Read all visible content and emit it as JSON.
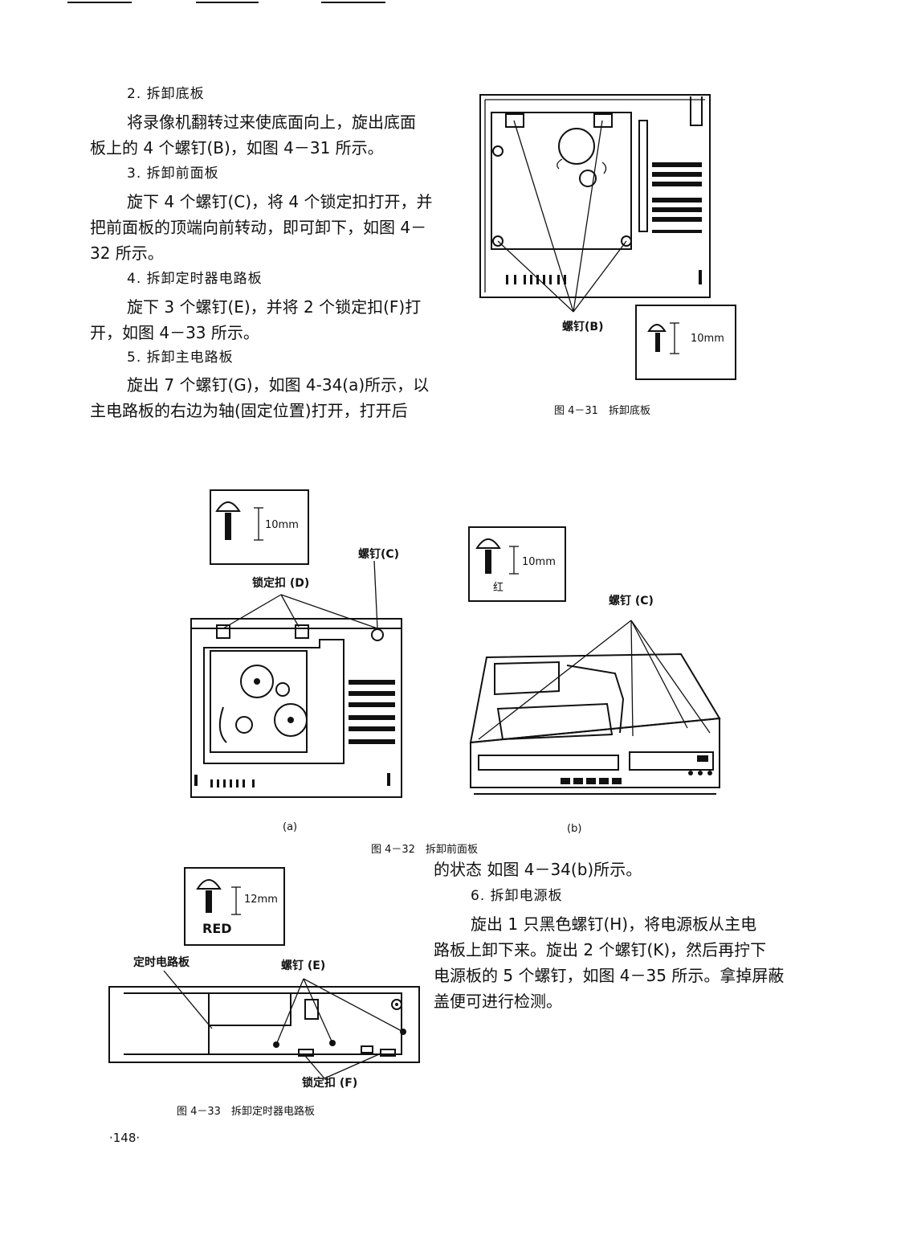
{
  "left_column": {
    "sec2_title": "2. 拆卸底板",
    "sec2_body": [
      "将录像机翻转过来使底面向上，旋出底面",
      "板上的 4 个螺钉(B)，如图 4－31 所示。"
    ],
    "sec3_title": "3. 拆卸前面板",
    "sec3_body": [
      "旋下 4 个螺钉(C)，将 4 个锁定扣打开，并",
      "把前面板的顶端向前转动，即可卸下，如图 4－",
      "32 所示。"
    ],
    "sec4_title": "4. 拆卸定时器电路板",
    "sec4_body": [
      "旋下 3 个螺钉(E)，并将 2 个锁定扣(F)打",
      "开，如图 4－33 所示。"
    ],
    "sec5_title": "5. 拆卸主电路板",
    "sec5_body": [
      "旋出 7 个螺钉(G)，如图 4-34(a)所示，以",
      "主电路板的右边为轴(固定位置)打开，打开后"
    ]
  },
  "fig31": {
    "label_screw": "螺钉(B)",
    "dim": "10mm",
    "caption": "图 4－31　拆卸底板"
  },
  "fig32": {
    "a_dim": "10mm",
    "a_label_lock": "锁定扣 (D)",
    "a_label_screw": "螺钉(C)",
    "b_dim": "10mm",
    "b_color": "红",
    "b_label_screw": "螺钉 (C)",
    "sub_a": "(a)",
    "sub_b": "(b)",
    "caption": "图 4－32　拆卸前面板"
  },
  "right_bottom": {
    "line1": "的状态 如图 4－34(b)所示。",
    "sec6_title": "6. 拆卸电源板",
    "sec6_body": [
      "旋出 1 只黑色螺钉(H)，将电源板从主电",
      "路板上卸下来。旋出 2 个螺钉(K)，然后再拧下",
      "电源板的 5 个螺钉，如图 4－35 所示。拿掉屏蔽",
      "盖便可进行检测。"
    ]
  },
  "fig33": {
    "dim": "12mm",
    "color": "RED",
    "label_board": "定时电路板",
    "label_screw": "螺钉 (E)",
    "label_lock": "锁定扣 (F)",
    "caption": "图 4－33　拆卸定时器电路板"
  },
  "page_number": "·148·"
}
